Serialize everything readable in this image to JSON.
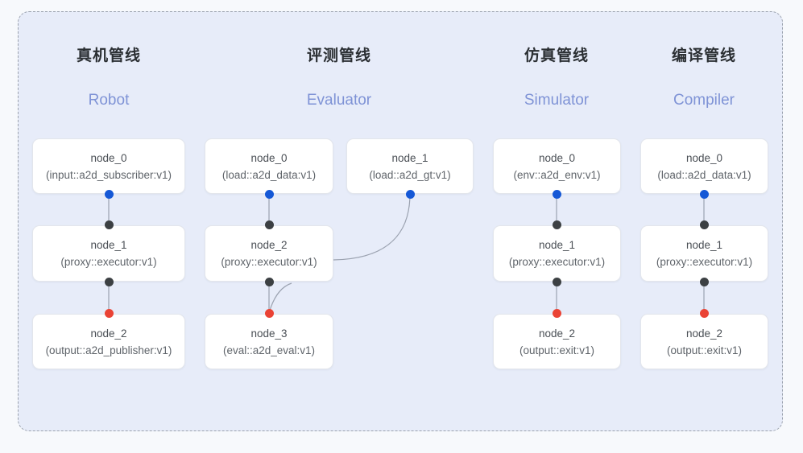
{
  "panel": {
    "background_color": "#e7ecf9",
    "border_color": "#9aa1ad",
    "page_background_color": "#f7f9fc"
  },
  "palette": {
    "port_in": "#1558d6",
    "port_mid": "#3c4043",
    "port_out": "#ea4335",
    "subtitle": "#7f93d6",
    "title": "#2b2f33",
    "edge": "#9ba2b0"
  },
  "columns": [
    {
      "id": "robot",
      "title": "真机管线",
      "subtitle": "Robot",
      "nodes": [
        {
          "id": "node_0",
          "kind": "(input::a2d_subscriber:v1)"
        },
        {
          "id": "node_1",
          "kind": "(proxy::executor:v1)"
        },
        {
          "id": "node_2",
          "kind": "(output::a2d_publisher:v1)"
        }
      ]
    },
    {
      "id": "evaluator",
      "title": "评测管线",
      "subtitle": "Evaluator",
      "nodes": [
        {
          "id": "node_0",
          "kind": "(load::a2d_data:v1)"
        },
        {
          "id": "node_1",
          "kind": "(load::a2d_gt:v1)"
        },
        {
          "id": "node_2",
          "kind": "(proxy::executor:v1)"
        },
        {
          "id": "node_3",
          "kind": "(eval::a2d_eval:v1)"
        }
      ]
    },
    {
      "id": "simulator",
      "title": "仿真管线",
      "subtitle": "Simulator",
      "nodes": [
        {
          "id": "node_0",
          "kind": "(env::a2d_env:v1)"
        },
        {
          "id": "node_1",
          "kind": "(proxy::executor:v1)"
        },
        {
          "id": "node_2",
          "kind": "(output::exit:v1)"
        }
      ]
    },
    {
      "id": "compiler",
      "title": "编译管线",
      "subtitle": "Compiler",
      "nodes": [
        {
          "id": "node_0",
          "kind": "(load::a2d_data:v1)"
        },
        {
          "id": "node_1",
          "kind": "(proxy::executor:v1)"
        },
        {
          "id": "node_2",
          "kind": "(output::exit:v1)"
        }
      ]
    }
  ]
}
